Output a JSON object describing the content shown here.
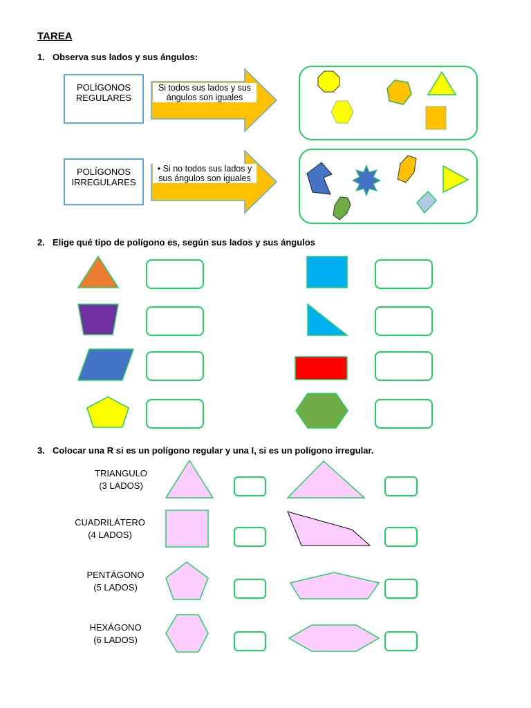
{
  "title": "TAREA",
  "section1": {
    "number": "1.",
    "heading": "Observa sus lados y sus ángulos:",
    "regular": {
      "label_line1": "POLÍGONOS",
      "label_line2": "REGULARES",
      "arrow_line1": "Si todos sus lados y sus",
      "arrow_line2": "ángulos son iguales"
    },
    "irregular": {
      "label_line1": "POLÍGONOS",
      "label_line2": "IRREGULARES",
      "arrow_line1": "• Si no todos sus lados y",
      "arrow_line2": "sus ángulos son iguales"
    }
  },
  "section2": {
    "number": "2.",
    "heading": "Elige qué tipo de polígono es, según sus lados y sus ángulos"
  },
  "section3": {
    "number": "3.",
    "heading": "Colocar una R si es un polígono regular y una I, si es un polígono irregular.",
    "rows": [
      {
        "name": "TRIANGULO",
        "sides": "(3 LADOS)"
      },
      {
        "name": "CUADRILÁTERO",
        "sides": "(4 LADOS)"
      },
      {
        "name": "PENTÁGONO",
        "sides": "(5 LADOS)"
      },
      {
        "name": "HEXÁGONO",
        "sides": "(6 LADOS)"
      }
    ]
  },
  "colors": {
    "arrow_fill": "#ffc000",
    "arrow_border": "#5aa9e6",
    "box_green": "#1fd160",
    "label_border": "#5aa9e6",
    "pink_fill": "#ffccff"
  }
}
